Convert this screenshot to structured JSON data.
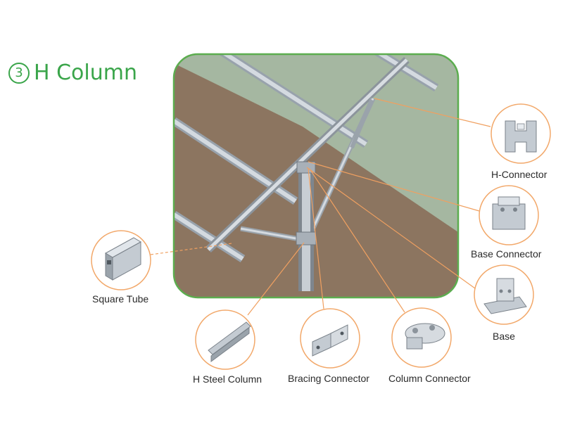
{
  "title": {
    "number": "3",
    "text": "H Column"
  },
  "components": [
    {
      "id": "h-connector",
      "label": "H-Connector"
    },
    {
      "id": "base-connector",
      "label": "Base Connector"
    },
    {
      "id": "base",
      "label": "Base"
    },
    {
      "id": "square-tube",
      "label": "Square Tube"
    },
    {
      "id": "h-steel-column",
      "label": "H Steel Column"
    },
    {
      "id": "bracing-connector",
      "label": "Bracing Connector"
    },
    {
      "id": "column-connector",
      "label": "Column Connector"
    }
  ],
  "colors": {
    "accent": "#3aa54a",
    "frame": "#5cad4f",
    "leader": "#f0a060",
    "ring": "#f2a86a",
    "ground": "#8c7560",
    "steel": "#b8c0c8"
  }
}
